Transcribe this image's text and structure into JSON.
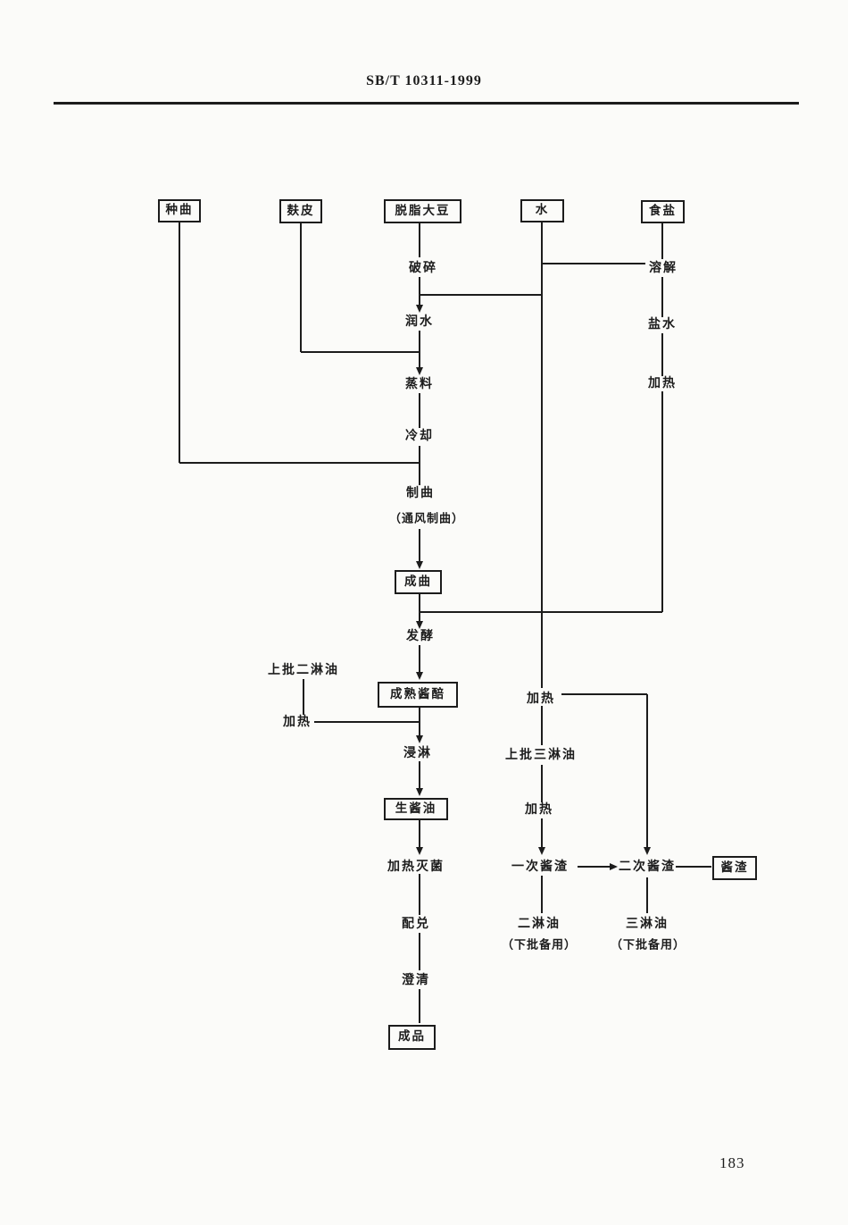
{
  "page": {
    "header": "SB/T 10311-1999",
    "page_number": "183"
  },
  "flowchart": {
    "inputs": {
      "seed_koji": "种曲",
      "wheat_bran": "麸皮",
      "defatted_soybean": "脱脂大豆",
      "water": "水",
      "salt": "食盐"
    },
    "main_steps": {
      "crush": "破碎",
      "moisten": "润水",
      "steam": "蒸料",
      "cool": "冷却",
      "koji_making": "制曲",
      "koji_making_note": "（通风制曲）",
      "finished_koji": "成曲",
      "ferment": "发酵",
      "mature_mash": "成熟酱醅",
      "leach": "浸淋",
      "raw_soy_sauce": "生酱油",
      "sterilize": "加热灭菌",
      "blend": "配兑",
      "clarify": "澄清",
      "finished_product": "成品"
    },
    "salt_branch": {
      "dissolve": "溶解",
      "brine": "盐水",
      "heat": "加热"
    },
    "left_branch": {
      "prev_batch_second_oil": "上批二淋油",
      "heat": "加热"
    },
    "middle_branch": {
      "heat_water": "加热",
      "prev_batch_third_oil": "上批三淋油",
      "heat_oil": "加热",
      "first_residue": "一次酱渣",
      "second_oil": "二淋油",
      "second_oil_note": "（下批备用）"
    },
    "right_branch": {
      "second_residue": "二次酱渣",
      "residue": "酱渣",
      "third_oil": "三淋油",
      "third_oil_note": "（下批备用）"
    }
  },
  "colors": {
    "ink": "#1c1c1c",
    "paper": "#fbfbf9"
  }
}
